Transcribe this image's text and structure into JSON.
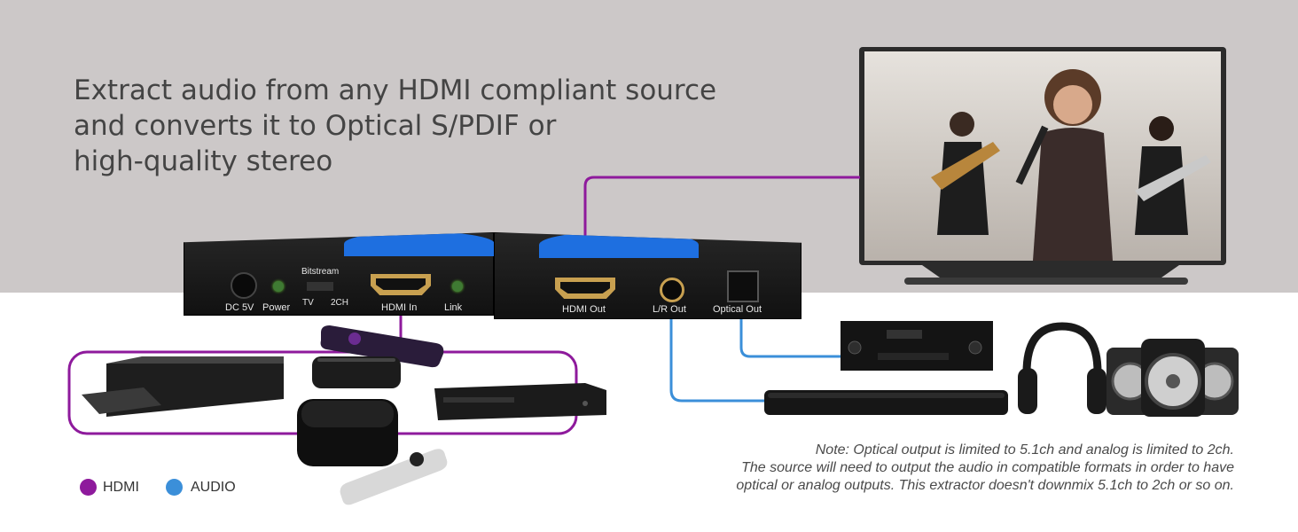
{
  "headline": {
    "line1": "Extract audio from any HDMI compliant source",
    "line2": "and converts it to Optical S/PDIF or",
    "line3": "high-quality stereo"
  },
  "extractor": {
    "input_labels": {
      "dc": "DC 5V",
      "power": "Power",
      "bitstream": "Bitstream",
      "tv": "TV",
      "ch2": "2CH",
      "hdmi_in": "HDMI In",
      "link": "Link"
    },
    "output_labels": {
      "hdmi_out": "HDMI Out",
      "lr_out": "L/R Out",
      "optical_out": "Optical Out"
    }
  },
  "legend": {
    "hdmi": "HDMI",
    "audio": "AUDIO"
  },
  "note": {
    "line1": "Note: Optical output is limited to 5.1ch and analog is limited to 2ch.",
    "line2": "The source will need to output the audio in compatible formats in order to have",
    "line3": "optical or analog outputs. This extractor doesn't downmix 5.1ch to 2ch or so on."
  },
  "colors": {
    "hdmi": "#8e1a9c",
    "audio": "#3b8fd9",
    "background_band": "#ccc8c8",
    "brand_blue": "#1e6fe0"
  },
  "icons": [
    "tv-icon",
    "av-receiver-icon",
    "headphones-icon",
    "speakers-icon",
    "soundbar-icon",
    "blu-ray-player-icon",
    "roku-box-icon",
    "remote-icon",
    "dvd-player-icon",
    "apple-tv-icon"
  ]
}
